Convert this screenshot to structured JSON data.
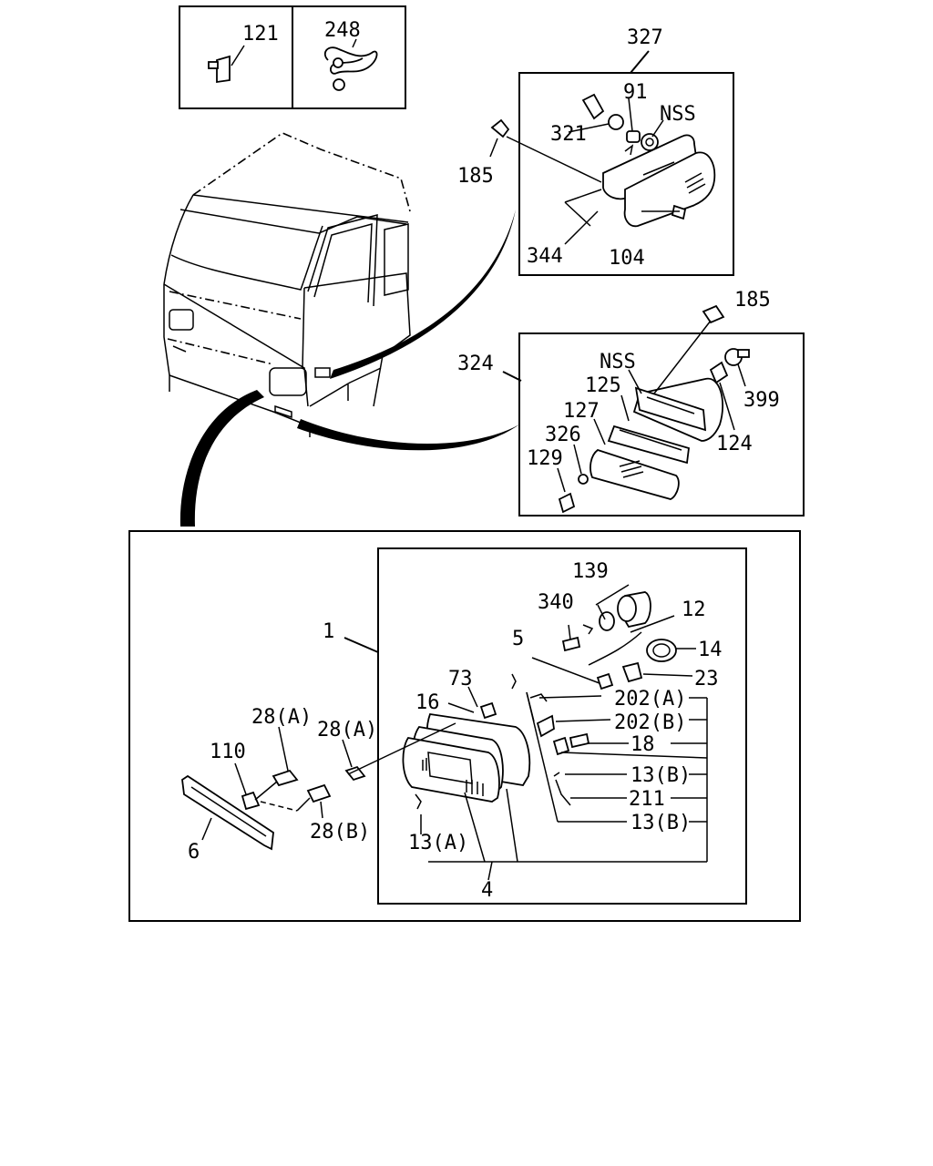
{
  "labels": {
    "p121": "121",
    "p248": "248",
    "p327": "327",
    "p91": "91",
    "nss_top": "NSS",
    "p321": "321",
    "p185_top": "185",
    "p344": "344",
    "p104": "104",
    "p185_mid": "185",
    "nss_mid": "NSS",
    "p324": "324",
    "p125": "125",
    "p399": "399",
    "p127": "127",
    "p326": "326",
    "p124": "124",
    "p129": "129",
    "p139": "139",
    "p340": "340",
    "p12": "12",
    "p1": "1",
    "p5": "5",
    "p14": "14",
    "p23": "23",
    "p73": "73",
    "p16": "16",
    "p202a": "202(A)",
    "p202b": "202(B)",
    "p28a_left": "28(A)",
    "p28a_right": "28(A)",
    "p18": "18",
    "p110": "110",
    "p13b_1": "13(B)",
    "p211": "211",
    "p13b_2": "13(B)",
    "p28b": "28(B)",
    "p6": "6",
    "p13a": "13(A)",
    "p4": "4"
  }
}
